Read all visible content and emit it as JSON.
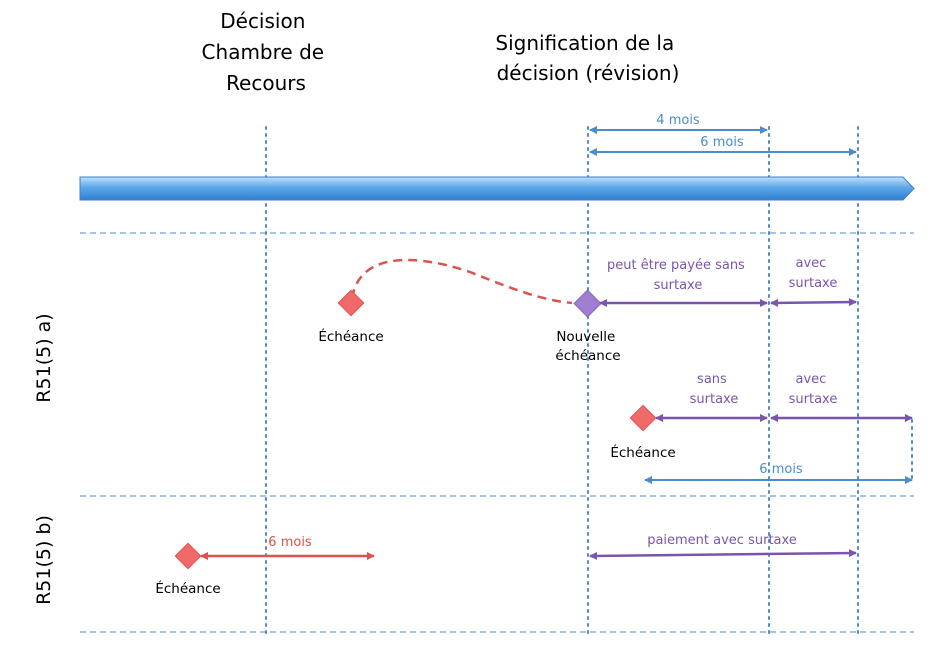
{
  "headers": {
    "decision_lines": [
      "Décision",
      "Chambre de",
      "Recours"
    ],
    "signification_lines": [
      "Signification de la",
      "décision (révision)"
    ]
  },
  "durations": {
    "four_months": "4 mois",
    "six_months": "6 mois",
    "six_months_lower": "6 mois",
    "six_months_b": "6 mois"
  },
  "row_a": {
    "label": "R51(5) a)",
    "echeance_1": "Échéance",
    "nouvelle_lines": [
      "Nouvelle",
      "échéance"
    ],
    "sans_surtaxe_long": [
      "peut être payée sans",
      "surtaxe"
    ],
    "avec_surtaxe_1": [
      "avec",
      "surtaxe"
    ],
    "sans_surtaxe_short": [
      "sans",
      "surtaxe"
    ],
    "avec_surtaxe_2": [
      "avec",
      "surtaxe"
    ],
    "echeance_2": "Échéance"
  },
  "row_b": {
    "label": "R51(5) b)",
    "echeance": "Échéance",
    "paiement": "paiement avec surtaxe"
  },
  "colors": {
    "blue": "#4a8ccc",
    "purple": "#7b55ac",
    "red": "#e45c5c",
    "timeline_bar": "#5ba3e6"
  },
  "icons": {
    "deadline": "red-diamond",
    "new_deadline": "purple-diamond"
  }
}
